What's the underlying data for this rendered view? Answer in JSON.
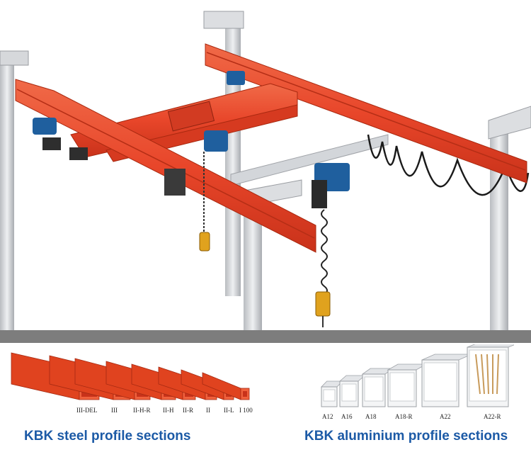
{
  "steel": {
    "title": "KBK steel profile sections",
    "labels": [
      "III-DEL",
      "III",
      "II-H-R",
      "II-H",
      "II-R",
      "II",
      "II-L",
      "I 100"
    ]
  },
  "aluminium": {
    "title": "KBK aluminium profile sections",
    "labels": [
      "A12",
      "A16",
      "A18",
      "A18-R",
      "A22",
      "A22-R"
    ]
  },
  "colors": {
    "crane_red": "#e8462a",
    "rail_silver": "#c9ccd0",
    "hoist_blue": "#1f5f9e",
    "title_blue": "#1c5aa6",
    "divider_gray": "#7d7d7d"
  }
}
